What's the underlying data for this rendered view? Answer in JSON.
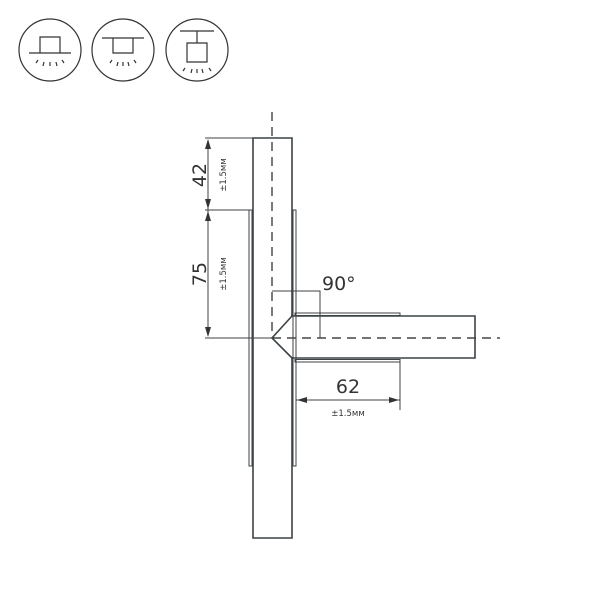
{
  "mount_icons": [
    {
      "icon": "surface-mount-icon"
    },
    {
      "icon": "recessed-mount-icon"
    },
    {
      "icon": "suspended-mount-icon"
    }
  ],
  "drawing": {
    "dim_top": "42",
    "dim_top_tolerance": "±1.5мм",
    "dim_middle": "75",
    "dim_middle_tolerance": "±1.5мм",
    "angle": "90°",
    "dim_arm": "62",
    "dim_arm_tolerance": "±1.5мм"
  },
  "colors": {
    "line": "#3c4246"
  }
}
